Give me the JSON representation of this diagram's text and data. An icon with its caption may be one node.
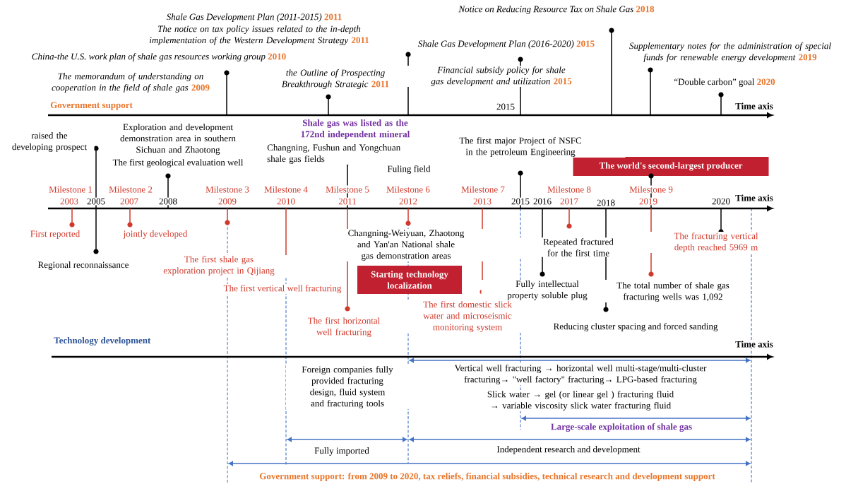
{
  "diagram": {
    "nodes": [
      {
        "text": [
          "The world's second-largest producer"
        ]
      },
      {
        "text": [
          "Starting technology localization"
        ]
      }
    ],
    "labels": [
      "Notice on Reducing Resource Tax on Shale Gas",
      "2018",
      "Shale Gas Development Plan (2011-2015)",
      "2011",
      "The notice on tax policy issues related to the in-depth implementation of the Western Development Strategy",
      "2011",
      "China-the U.S. work plan of shale gas resources working group",
      "2010",
      "Shale Gas Development Plan (2016-2020)",
      "2015",
      "Supplementary notes for the administration of special funds for renewable energy development",
      "2019",
      "The memorandum of understanding on cooperation in the field of shale gas",
      "2009",
      "the Outline of Prospecting Breakthrough Strategic",
      "2011",
      "Financial subsidy policy for shale gas development and utilization",
      "2015",
      "“Double carbon” goal",
      "2020",
      "Government support",
      "2015",
      "Time axis",
      "raised the developing prospect",
      "Exploration and development demonstration area in southern Sichuan and Zhaotong",
      "Shale gas was listed as the 172nd independent mineral",
      "The first geological evaluation well",
      "Changning, Fushun and Yongchuan shale gas fields",
      "The first major Project of NSFC in the petroleum Engineering",
      "Fuling field",
      "Milestone 1",
      "Milestone 2",
      "Milestone 3",
      "Milestone 4",
      "Milestone 5",
      "Milestone 6",
      "Milestone 7",
      "Milestone 8",
      "Milestone 9",
      "2003",
      "2005",
      "2007",
      "2008",
      "2009",
      "2010",
      "2011",
      "2012",
      "2013",
      "2015",
      "2016",
      "2017",
      "2018",
      "2019",
      "2020",
      "Time axis",
      "First reported",
      "jointly developed",
      "Changning-Weiyuan, Zhaotong and Yan'an National shale gas demonstration areas",
      "Repeated fractured for the first time",
      "The fracturing vertical depth reached 5969 m",
      "Regional reconnaissance",
      "The first shale gas exploration project in Qijiang",
      "The first vertical well fracturing",
      "Fully intellectual property soluble plug",
      "The total number of shale gas fracturing wells was 1,092",
      "The first horizontal well fracturing",
      "The first domestic slick water and microseismic monitoring system",
      "Reducing cluster spacing and forced sanding",
      "Technology development",
      "Time axis",
      "Foreign companies fully provided fracturing design, fluid system and fracturing tools",
      "Vertical well fracturing → horizontal well multi-stage/multi-cluster fracturing→ \"well factory\" fracturing→ LPG-based fracturing",
      "Slick water → gel (or linear gel ) fracturing fluid → variable viscosity slick water fracturing fluid",
      "Large-scale exploitation of shale gas",
      "Fully imported",
      "Independent research and development",
      "Government support: from 2009 to 2020, tax reliefs, financial subsidies, technical research and development support"
    ]
  }
}
